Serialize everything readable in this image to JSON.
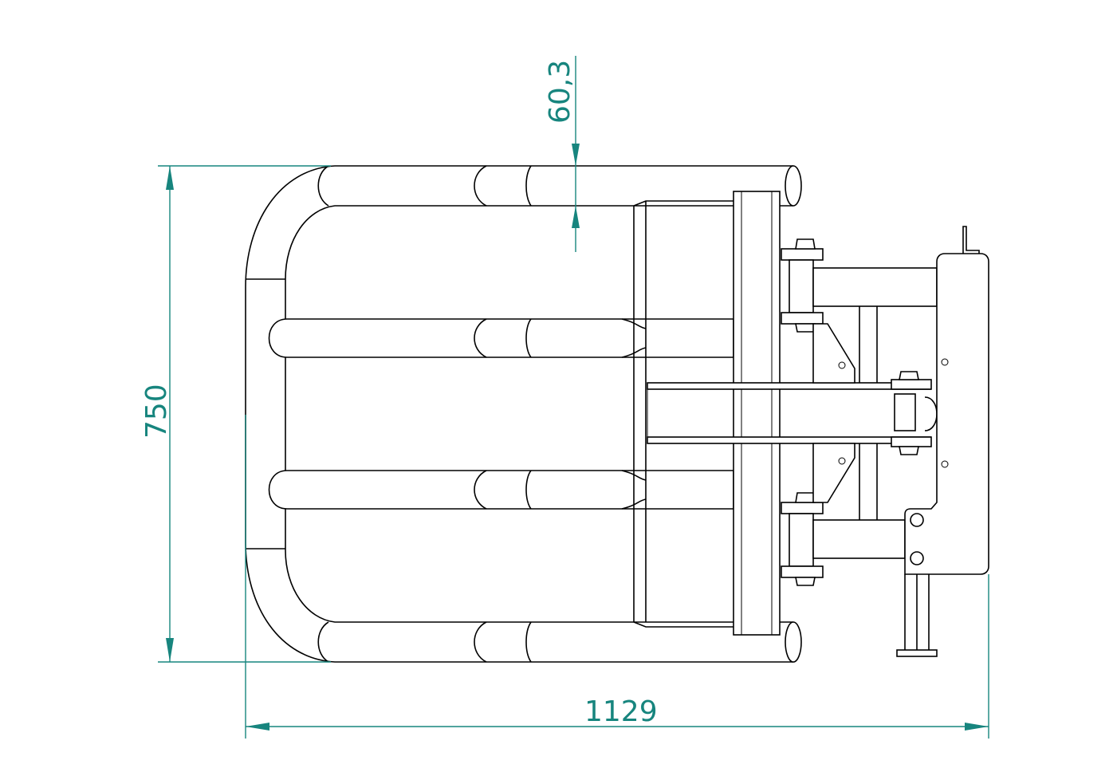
{
  "drawing": {
    "accent_color": "#17857e",
    "line_color": "#000000",
    "dimensions": {
      "tube_diameter": "60,3",
      "overall_depth": "750",
      "overall_length": "1129"
    }
  }
}
